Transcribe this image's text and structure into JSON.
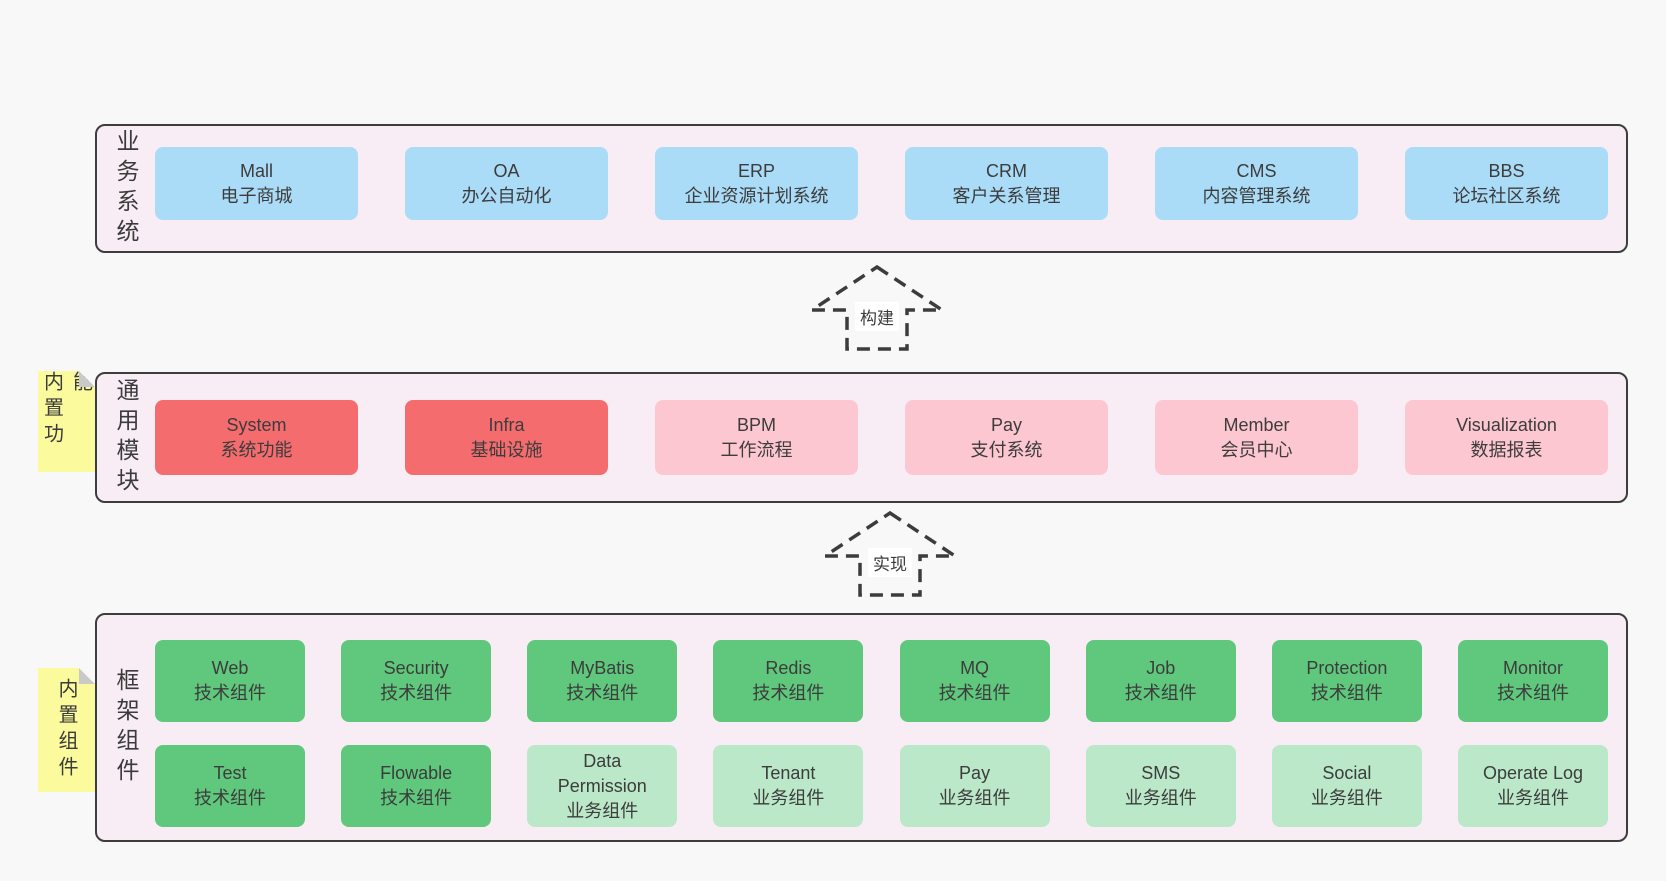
{
  "palette": {
    "page_bg": "#f8f8f8",
    "layer_bg": "#f8edf5",
    "layer_border": "#3d3d3d",
    "blue_box": "#aadbf7",
    "red_box": "#f56c6f",
    "pink_box": "#fcc7d0",
    "green_box": "#5fc87c",
    "light_green_box": "#bae8c8",
    "note_yellow": "#fbfb9d",
    "note_fold_gray": "#c9c9c9",
    "text": "#3c3c3c"
  },
  "arrows": [
    {
      "label": "构建"
    },
    {
      "label": "实现"
    }
  ],
  "layers": [
    {
      "label": "业务系统",
      "rows": [
        [
          {
            "en": "Mall",
            "zh": "电子商城"
          },
          {
            "en": "OA",
            "zh": "办公自动化"
          },
          {
            "en": "ERP",
            "zh": "企业资源计划系统"
          },
          {
            "en": "CRM",
            "zh": "客户关系管理"
          },
          {
            "en": "CMS",
            "zh": "内容管理系统"
          },
          {
            "en": "BBS",
            "zh": "论坛社区系统"
          }
        ]
      ]
    },
    {
      "label": "通用模块",
      "note": "内置功能",
      "rows": [
        [
          {
            "en": "System",
            "zh": "系统功能"
          },
          {
            "en": "Infra",
            "zh": "基础设施"
          },
          {
            "en": "BPM",
            "zh": "工作流程"
          },
          {
            "en": "Pay",
            "zh": "支付系统"
          },
          {
            "en": "Member",
            "zh": "会员中心"
          },
          {
            "en": "Visualization",
            "zh": "数据报表"
          }
        ]
      ]
    },
    {
      "label": "框架组件",
      "note": "内置组件",
      "rows": [
        [
          {
            "en": "Web",
            "zh": "技术组件"
          },
          {
            "en": "Security",
            "zh": "技术组件"
          },
          {
            "en": "MyBatis",
            "zh": "技术组件"
          },
          {
            "en": "Redis",
            "zh": "技术组件"
          },
          {
            "en": "MQ",
            "zh": "技术组件"
          },
          {
            "en": "Job",
            "zh": "技术组件"
          },
          {
            "en": "Protection",
            "zh": "技术组件"
          },
          {
            "en": "Monitor",
            "zh": "技术组件"
          }
        ],
        [
          {
            "en": "Test",
            "zh": "技术组件"
          },
          {
            "en": "Flowable",
            "zh": "技术组件"
          },
          {
            "en": "Data Permission",
            "zh": "业务组件"
          },
          {
            "en": "Tenant",
            "zh": "业务组件"
          },
          {
            "en": "Pay",
            "zh": "业务组件"
          },
          {
            "en": "SMS",
            "zh": "业务组件"
          },
          {
            "en": "Social",
            "zh": "业务组件"
          },
          {
            "en": "Operate Log",
            "zh": "业务组件"
          }
        ]
      ]
    }
  ]
}
